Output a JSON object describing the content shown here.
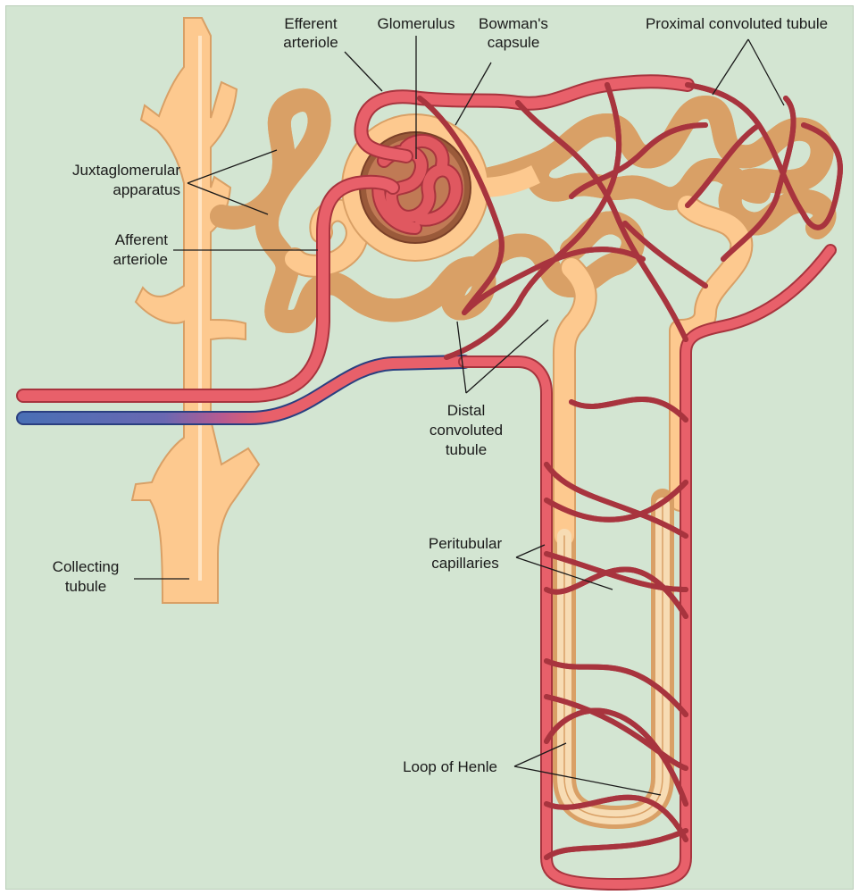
{
  "labels": {
    "efferent_arteriole": [
      "Efferent",
      "arteriole"
    ],
    "glomerulus": "Glomerulus",
    "bowmans_capsule": [
      "Bowman's",
      "capsule"
    ],
    "proximal_tubule": "Proximal convoluted tubule",
    "juxtaglomerular": [
      "Juxtaglomerular",
      "apparatus"
    ],
    "afferent_arteriole": [
      "Afferent",
      "arteriole"
    ],
    "distal_tubule": [
      "Distal",
      "convoluted",
      "tubule"
    ],
    "peritubular": [
      "Peritubular",
      "capillaries"
    ],
    "collecting_tubule": [
      "Collecting",
      "tubule"
    ],
    "loop_of_henle": "Loop of Henle"
  },
  "colors": {
    "background": "#d3e5d2",
    "tubule": "#fdc98f",
    "tubule_edge": "#d9a066",
    "vessel": "#e8606a",
    "vessel_edge": "#a8343e",
    "vein": "#4a6fb5",
    "glomerulus": "#e05860",
    "capsule_inner": "#9a5a3a"
  }
}
